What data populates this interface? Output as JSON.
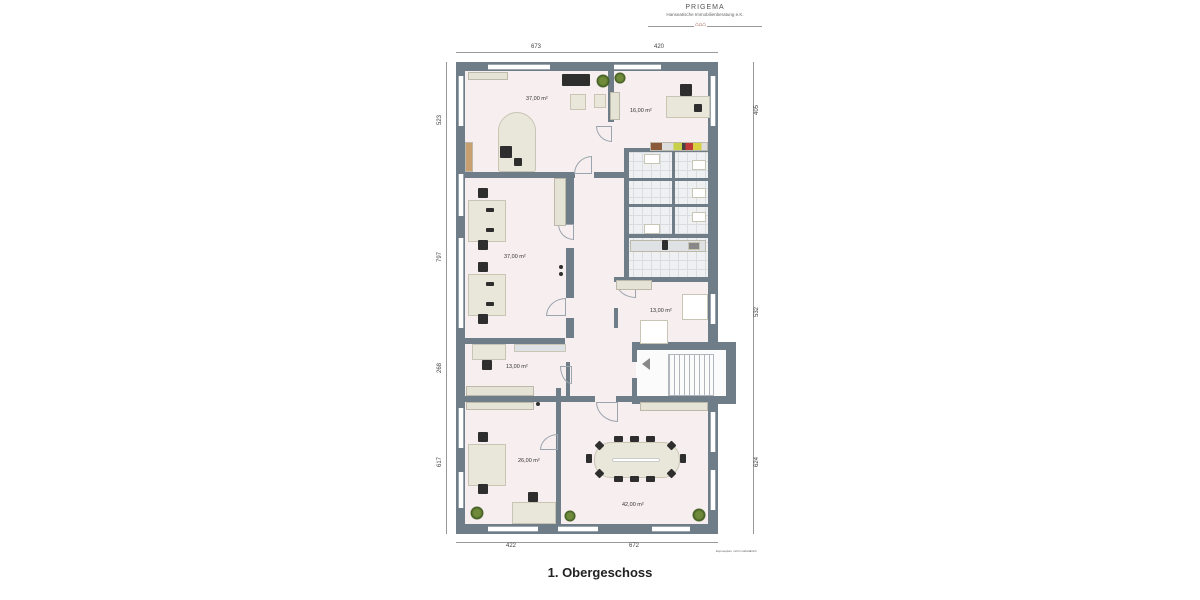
{
  "logo": {
    "name": "PRIGEMA",
    "subtitle": "Hanseatische Immobilienberatung e.K.",
    "houses_icon": "three-houses-icon"
  },
  "plan": {
    "title": "1. Obergeschoss",
    "caption": "Exposeplan, nicht maßstäblich",
    "rooms": [
      {
        "id": "office-top-left",
        "area": "37,00 m²"
      },
      {
        "id": "office-top-right",
        "area": "16,00 m²"
      },
      {
        "id": "office-mid-left",
        "area": "37,00 m²"
      },
      {
        "id": "kitchen-room",
        "area": "13,00 m²"
      },
      {
        "id": "office-small",
        "area": "13,00 m²"
      },
      {
        "id": "office-bottom-left",
        "area": "26,00 m²"
      },
      {
        "id": "conference-room",
        "area": "42,00 m²"
      }
    ],
    "dimensions": {
      "top": [
        "673",
        "420"
      ],
      "bottom": [
        "422",
        "672"
      ],
      "left": [
        "523",
        "797",
        "268",
        "617"
      ],
      "right": [
        "405",
        "532",
        "624"
      ]
    }
  },
  "colors": {
    "wall": "#6f7d88",
    "floor": "#f7eeef",
    "tile": "#eef0f2",
    "furniture": "#e9e6da"
  }
}
